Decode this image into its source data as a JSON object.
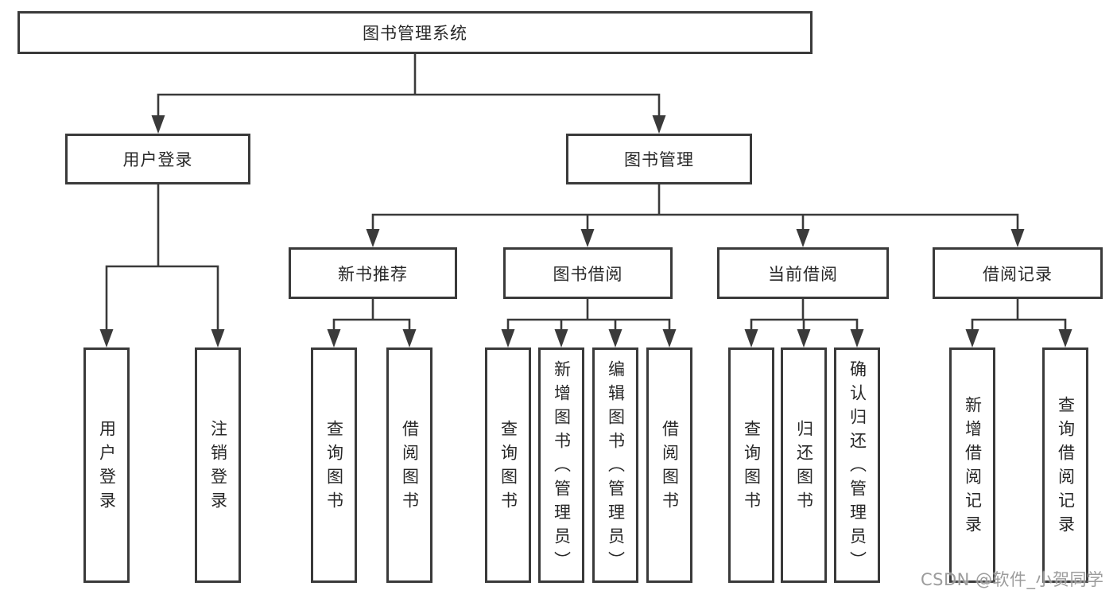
{
  "nodes": {
    "root": "图书管理系统",
    "user_login": "用户登录",
    "book_management": "图书管理",
    "new_book_recommend": "新书推荐",
    "book_borrow": "图书借阅",
    "current_borrow": "当前借阅",
    "borrow_records": "借阅记录",
    "leaf_user_login": "用户登录",
    "leaf_logout": "注销登录",
    "leaf_nb_query_book": "查询图书",
    "leaf_nb_borrow_book": "借阅图书",
    "leaf_bb_query_book": "查询图书",
    "leaf_bb_add_book_admin": "新增图书（管理员）",
    "leaf_bb_edit_book_admin": "编辑图书（管理员）",
    "leaf_bb_borrow_book": "借阅图书",
    "leaf_cb_query_book": "查询图书",
    "leaf_cb_return_book": "归还图书",
    "leaf_cb_confirm_return_admin": "确认归还（管理员）",
    "leaf_br_add_record": "新增借阅记录",
    "leaf_br_query_record": "查询借阅记录"
  },
  "watermark": "CSDN @软件_小贺同学",
  "colors": {
    "line": "#3a3a3a",
    "text": "#282828",
    "watermark": "#949494",
    "background": "#ffffff"
  }
}
